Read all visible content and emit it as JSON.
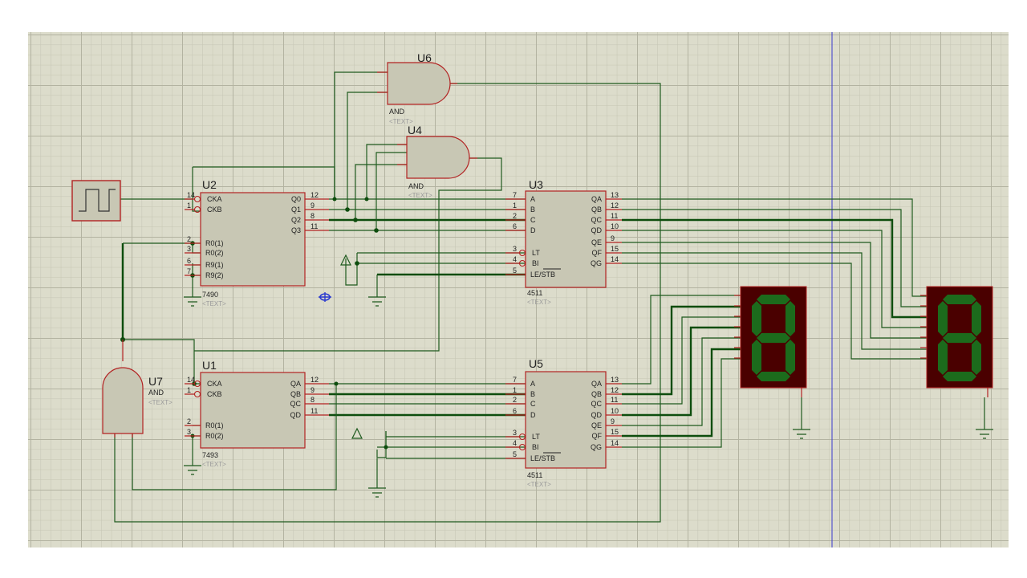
{
  "colors": {
    "canvas": "#dcdccb",
    "grid_minor": "#c5c5b3",
    "grid_major": "#b6b6a4",
    "wire": "#1e5a1e",
    "pin": "#b22222",
    "component_body": "#c8c7b4",
    "display_body": "#4a0000",
    "segment": "#1c6b1c",
    "origin_line": "#3a3acc"
  },
  "components": {
    "u2": {
      "ref": "U2",
      "part": "7490",
      "text": "<TEXT>",
      "left_pins": [
        {
          "num": "14",
          "label": "CKA",
          "inverted": true
        },
        {
          "num": "1",
          "label": "CKB",
          "inverted": true
        },
        {
          "num": "2",
          "label": "R0(1)"
        },
        {
          "num": "3",
          "label": "R0(2)"
        },
        {
          "num": "6",
          "label": "R9(1)"
        },
        {
          "num": "7",
          "label": "R9(2)"
        }
      ],
      "right_pins": [
        {
          "num": "12",
          "label": "Q0"
        },
        {
          "num": "9",
          "label": "Q1"
        },
        {
          "num": "8",
          "label": "Q2"
        },
        {
          "num": "11",
          "label": "Q3"
        }
      ]
    },
    "u1": {
      "ref": "U1",
      "part": "7493",
      "text": "<TEXT>",
      "left_pins": [
        {
          "num": "14",
          "label": "CKA",
          "inverted": true
        },
        {
          "num": "1",
          "label": "CKB",
          "inverted": true
        },
        {
          "num": "2",
          "label": "R0(1)"
        },
        {
          "num": "3",
          "label": "R0(2)"
        }
      ],
      "right_pins": [
        {
          "num": "12",
          "label": "QA"
        },
        {
          "num": "9",
          "label": "QB"
        },
        {
          "num": "8",
          "label": "QC"
        },
        {
          "num": "11",
          "label": "QD"
        }
      ]
    },
    "u3": {
      "ref": "U3",
      "part": "4511",
      "text": "<TEXT>",
      "left_pins": [
        {
          "num": "7",
          "label": "A"
        },
        {
          "num": "1",
          "label": "B"
        },
        {
          "num": "2",
          "label": "C"
        },
        {
          "num": "6",
          "label": "D"
        },
        {
          "num": "3",
          "label": "LT",
          "inverted": true
        },
        {
          "num": "4",
          "label": "BI",
          "inverted": true
        },
        {
          "num": "5",
          "label": "LE/STB"
        }
      ],
      "right_pins": [
        {
          "num": "13",
          "label": "QA"
        },
        {
          "num": "12",
          "label": "QB"
        },
        {
          "num": "11",
          "label": "QC"
        },
        {
          "num": "10",
          "label": "QD"
        },
        {
          "num": "9",
          "label": "QE"
        },
        {
          "num": "15",
          "label": "QF"
        },
        {
          "num": "14",
          "label": "QG"
        }
      ]
    },
    "u5": {
      "ref": "U5",
      "part": "4511",
      "text": "<TEXT>",
      "left_pins": [
        {
          "num": "7",
          "label": "A"
        },
        {
          "num": "1",
          "label": "B"
        },
        {
          "num": "2",
          "label": "C"
        },
        {
          "num": "6",
          "label": "D"
        },
        {
          "num": "3",
          "label": "LT",
          "inverted": true
        },
        {
          "num": "4",
          "label": "BI",
          "inverted": true
        },
        {
          "num": "5",
          "label": "LE/STB"
        }
      ],
      "right_pins": [
        {
          "num": "13",
          "label": "QA"
        },
        {
          "num": "12",
          "label": "QB"
        },
        {
          "num": "11",
          "label": "QC"
        },
        {
          "num": "10",
          "label": "QD"
        },
        {
          "num": "9",
          "label": "QE"
        },
        {
          "num": "15",
          "label": "QF"
        },
        {
          "num": "14",
          "label": "QG"
        }
      ]
    },
    "u6": {
      "ref": "U6",
      "part": "AND",
      "text": "<TEXT>"
    },
    "u4": {
      "ref": "U4",
      "part": "AND",
      "text": "<TEXT>"
    },
    "u7": {
      "ref": "U7",
      "part": "AND",
      "text": "<TEXT>"
    },
    "display_left": {
      "digit": "8"
    },
    "display_right": {
      "digit": "8"
    },
    "clock": {
      "type": "square-wave-generator"
    }
  }
}
